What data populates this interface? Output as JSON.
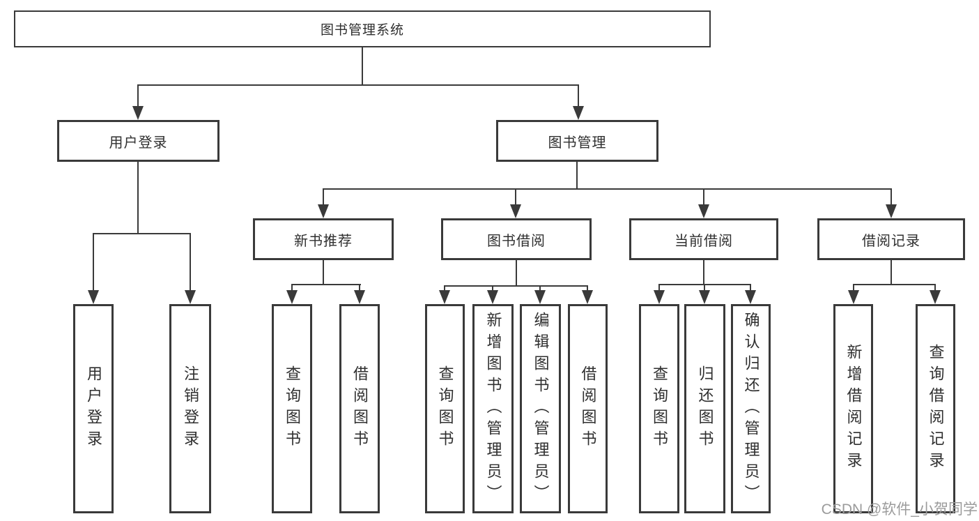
{
  "colors": {
    "line": "#3a3a3a",
    "box_background": "#ffffff",
    "text": "#2f2f2f",
    "watermark": "#9b9b9b"
  },
  "tree": {
    "root": {
      "label": "图书管理系统"
    },
    "branches": [
      {
        "label": "用户登录",
        "children": [
          {
            "label": "用户登录"
          },
          {
            "label": "注销登录"
          }
        ]
      },
      {
        "label": "图书管理",
        "children": [
          {
            "label": "新书推荐",
            "children": [
              {
                "label": "查询图书"
              },
              {
                "label": "借阅图书"
              }
            ]
          },
          {
            "label": "图书借阅",
            "children": [
              {
                "label": "查询图书"
              },
              {
                "label": "新增图书（管理员）"
              },
              {
                "label": "编辑图书（管理员）"
              },
              {
                "label": "借阅图书"
              }
            ]
          },
          {
            "label": "当前借阅",
            "children": [
              {
                "label": "查询图书"
              },
              {
                "label": "归还图书"
              },
              {
                "label": "确认归还（管理员）"
              }
            ]
          },
          {
            "label": "借阅记录",
            "children": [
              {
                "label": "新增借阅记录"
              },
              {
                "label": "查询借阅记录"
              }
            ]
          }
        ]
      }
    ]
  },
  "watermark": "CSDN @软件_小贺同学"
}
